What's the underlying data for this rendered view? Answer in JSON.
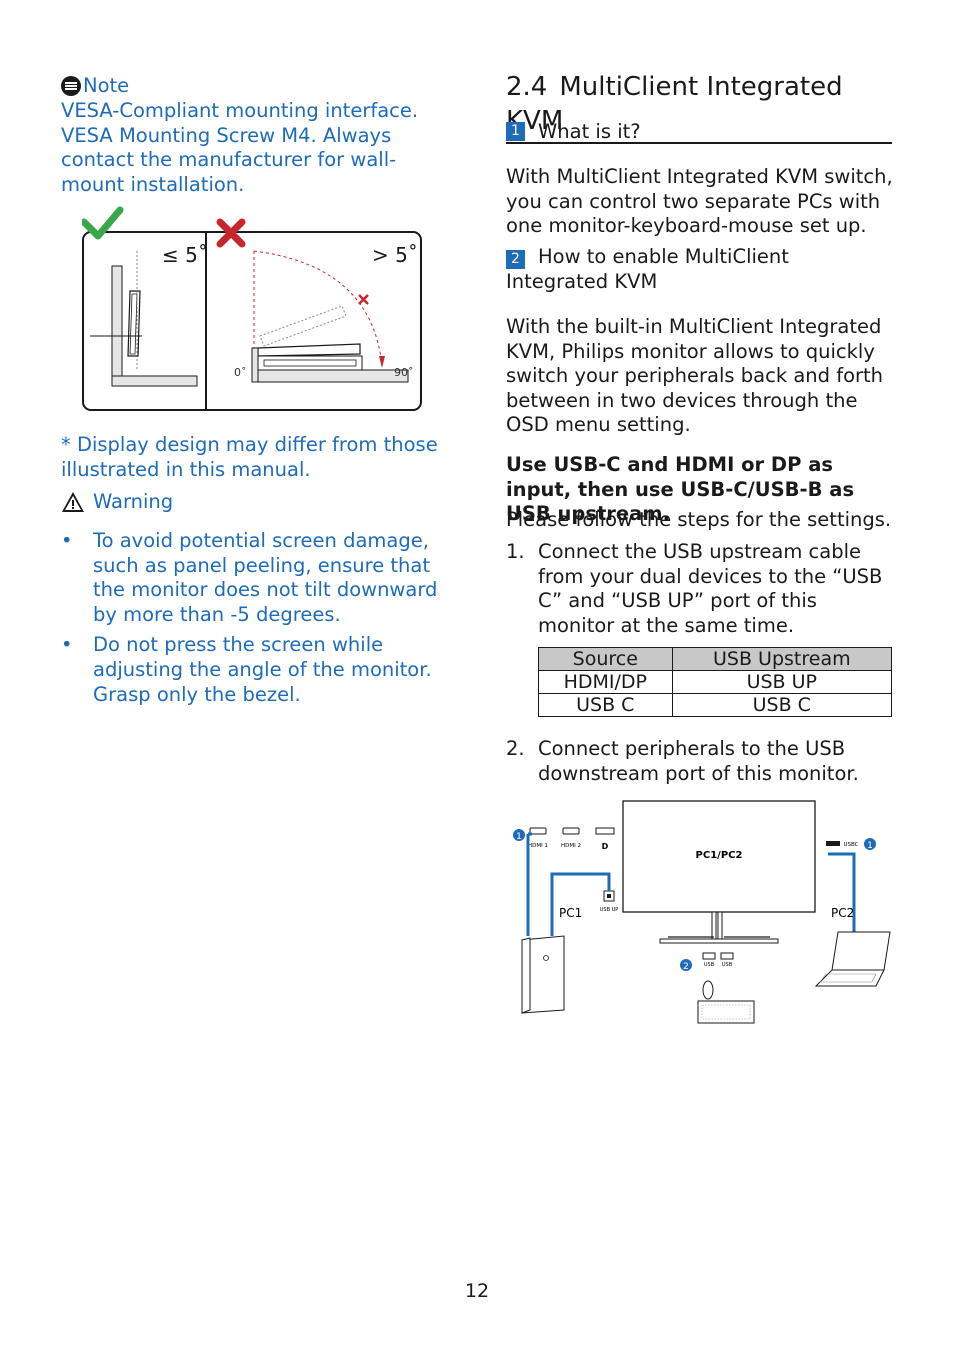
{
  "left": {
    "note": {
      "label": "Note",
      "text": "VESA-Compliant mounting interface. VESA Mounting Screw M4. Always contact the manufacturer for wall-mount installation."
    },
    "tilt_figure": {
      "ok_angle": "≤ 5˚",
      "bad_angle": "> 5˚",
      "zero_deg": "0˚",
      "ninety_deg": "90˚"
    },
    "design_note": "* Display design may differ from those illustrated in this manual.",
    "warning": {
      "label": "Warning",
      "items": [
        "To avoid potential screen damage, such as panel peeling, ensure that the monitor does not tilt downward by more than -5 degrees.",
        "Do not press the screen while adjusting the angle of the monitor. Grasp only the bezel."
      ]
    }
  },
  "right": {
    "section_number": "2.4",
    "section_title": "MultiClient Integrated KVM",
    "sub1": {
      "badge": "1",
      "title": "What is it?"
    },
    "para1": "With MultiClient Integrated KVM switch, you can control two separate PCs with one monitor-keyboard-mouse set up.",
    "sub2": {
      "badge": "2",
      "title": "How to enable MultiClient Integrated KVM"
    },
    "para2": "With the built-in MultiClient Integrated KVM, Philips monitor allows to quickly switch your peripherals back and forth between in two devices through the OSD menu setting.",
    "bold_text": "Use USB-C and HDMI or DP as input, then use USB-C/USB-B as USB upstream.",
    "follow": "Please follow the steps for the settings.",
    "steps": [
      {
        "num": "1.",
        "text": "Connect the USB upstream cable from your dual devices to the “USB C” and “USB UP” port of this monitor at the same time."
      },
      {
        "num": "2.",
        "text": "Connect peripherals to the USB downstream port of this monitor."
      }
    ],
    "table": {
      "headers": [
        "Source",
        "USB Upstream"
      ],
      "rows": [
        [
          "HDMI/DP",
          "USB UP"
        ],
        [
          "USB C",
          "USB C"
        ]
      ]
    },
    "diagram": {
      "monitor_label": "PC1/PC2",
      "pc1": "PC1",
      "pc2": "PC2",
      "hdmi1": "HDMI 1",
      "hdmi2": "HDMI 2",
      "dp": "D",
      "usb_up": "USB UP",
      "usbc": "USBC",
      "usb_a": "USB",
      "usb_b": "USB",
      "marker1": "1",
      "marker2": "2"
    }
  },
  "page_number": "12"
}
